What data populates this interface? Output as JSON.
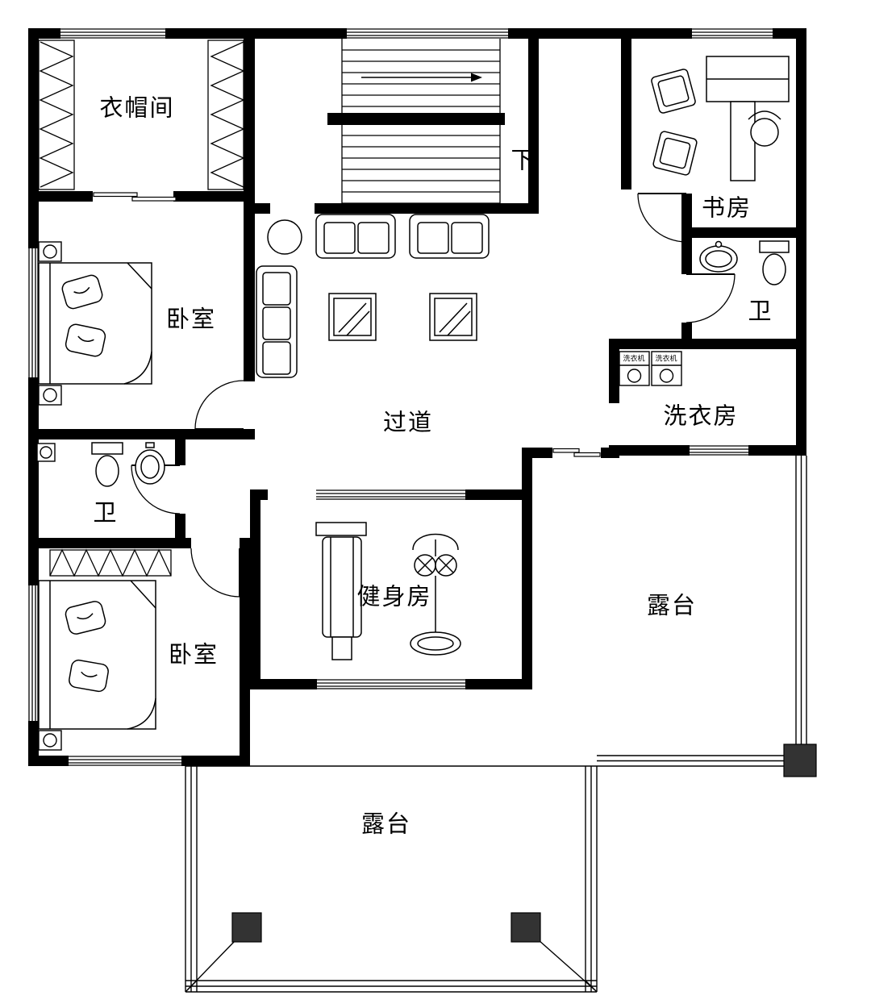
{
  "plan": {
    "rooms": [
      {
        "id": "cloakroom",
        "label": "衣帽间"
      },
      {
        "id": "study",
        "label": "书房"
      },
      {
        "id": "bedroom-top",
        "label": "卧室"
      },
      {
        "id": "bath-right",
        "label": "卫"
      },
      {
        "id": "laundry",
        "label": "洗衣房"
      },
      {
        "id": "hallway",
        "label": "过道"
      },
      {
        "id": "bath-left",
        "label": "卫"
      },
      {
        "id": "gym",
        "label": "健身房"
      },
      {
        "id": "bedroom-bottom",
        "label": "卧室"
      },
      {
        "id": "terrace-right",
        "label": "露台"
      },
      {
        "id": "terrace-bottom",
        "label": "露台"
      }
    ],
    "stairs": {
      "down_label": "下"
    },
    "appliances": {
      "washer1": "洗衣机",
      "washer2": "洗衣机"
    },
    "colors": {
      "wall": "#000000",
      "line": "#000000",
      "background": "#ffffff"
    }
  }
}
